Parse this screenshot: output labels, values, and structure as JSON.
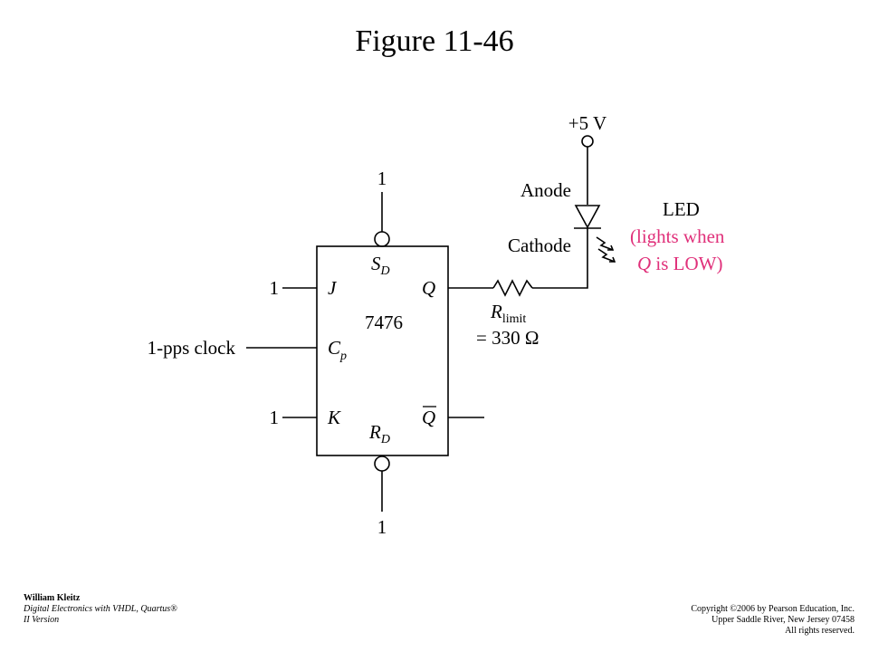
{
  "title": "Figure 11-46",
  "circuit": {
    "ic_name": "7476",
    "pins": {
      "sd": "S",
      "sd_sub": "D",
      "rd": "R",
      "rd_sub": "D",
      "j": "J",
      "k": "K",
      "cp": "C",
      "cp_sub": "p",
      "q": "Q",
      "qbar": "Q"
    },
    "inputs": {
      "sd_level": "1",
      "rd_level": "1",
      "j_level": "1",
      "k_level": "1",
      "clock": "1-pps clock"
    },
    "supply": "+5 V",
    "anode": "Anode",
    "cathode": "Cathode",
    "led": {
      "label": "LED",
      "note_line1": "(lights when",
      "note_q": "Q",
      "note_line2_rest": " is LOW)",
      "note_color": "#e0307a"
    },
    "resistor": {
      "name": "R",
      "sub": "limit",
      "value": "= 330 Ω"
    }
  },
  "footer": {
    "author": "William Kleitz",
    "book_line1": "Digital Electronics with VHDL, Quartus®",
    "book_line2": "II Version",
    "copyright_line1": "Copyright ©2006 by Pearson Education, Inc.",
    "copyright_line2": "Upper Saddle River, New Jersey 07458",
    "copyright_line3": "All rights reserved."
  }
}
